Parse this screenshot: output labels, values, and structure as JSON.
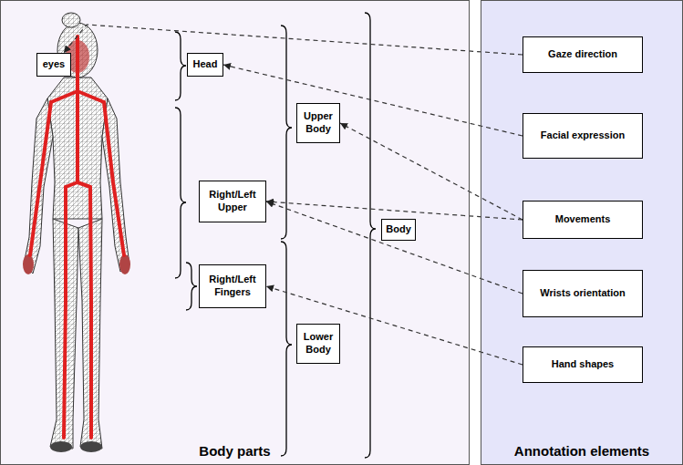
{
  "diagram": {
    "nodes": [
      {
        "text": [
          "Body parts"
        ]
      },
      {
        "text": [
          "eyes"
        ],
        "in": 0
      },
      {
        "text": [
          "Head"
        ],
        "in": 0
      },
      {
        "text": [
          "Upper Body"
        ],
        "in": 0
      },
      {
        "text": [
          "Right/Left Upper"
        ],
        "in": 0
      },
      {
        "text": [
          "Body"
        ],
        "in": 0
      },
      {
        "text": [
          "Right/Left Fingers"
        ],
        "in": 0
      },
      {
        "text": [
          "Lower Body"
        ],
        "in": 0
      },
      {
        "text": [
          "Annotation elements"
        ]
      },
      {
        "text": [
          "Gaze direction"
        ],
        "in": 8
      },
      {
        "text": [
          "Facial expression"
        ],
        "in": 8
      },
      {
        "text": [
          "Movements"
        ],
        "in": 8
      },
      {
        "text": [
          "Wrists orientation"
        ],
        "in": 8
      },
      {
        "text": [
          "Hand shapes"
        ],
        "in": 8
      }
    ],
    "edges": [
      {
        "from": 9,
        "to": 1,
        "arrow": "to"
      },
      {
        "from": 10,
        "to": 2,
        "arrow": "to"
      },
      {
        "from": 11,
        "to": 3,
        "arrow": "to"
      },
      {
        "from": 11,
        "to": 4,
        "arrow": "to"
      },
      {
        "from": 12,
        "to": 4,
        "arrow": "to"
      },
      {
        "from": 13,
        "to": 6,
        "arrow": "to"
      }
    ]
  }
}
